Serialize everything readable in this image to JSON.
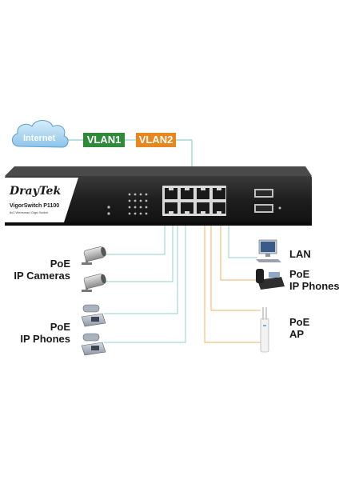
{
  "internet": {
    "label": "Internet"
  },
  "vlans": [
    {
      "label": "VLAN1",
      "color": "#2e8b3a"
    },
    {
      "label": "VLAN2",
      "color": "#e8871e"
    }
  ],
  "switch": {
    "brand": "DrayTek",
    "model": "VigorSwitch P1100",
    "subtitle": "8x2 Websmart Giga Switch"
  },
  "colors": {
    "vlan1_line": "#8fd0c8",
    "vlan2_line": "#f0b060"
  },
  "devices": {
    "left_top": {
      "line1": "PoE",
      "line2": "IP Cameras",
      "icon": "security-camera-icon"
    },
    "left_bottom": {
      "line1": "PoE",
      "line2": "IP Phones",
      "icon": "ip-phone-icon"
    },
    "right_lan": {
      "line1": "LAN",
      "icon": "computer-icon"
    },
    "right_phones": {
      "line1": "PoE",
      "line2": "IP Phones",
      "icon": "ip-phone-icon"
    },
    "right_ap": {
      "line1": "PoE",
      "line2": "AP",
      "icon": "access-point-icon"
    }
  }
}
